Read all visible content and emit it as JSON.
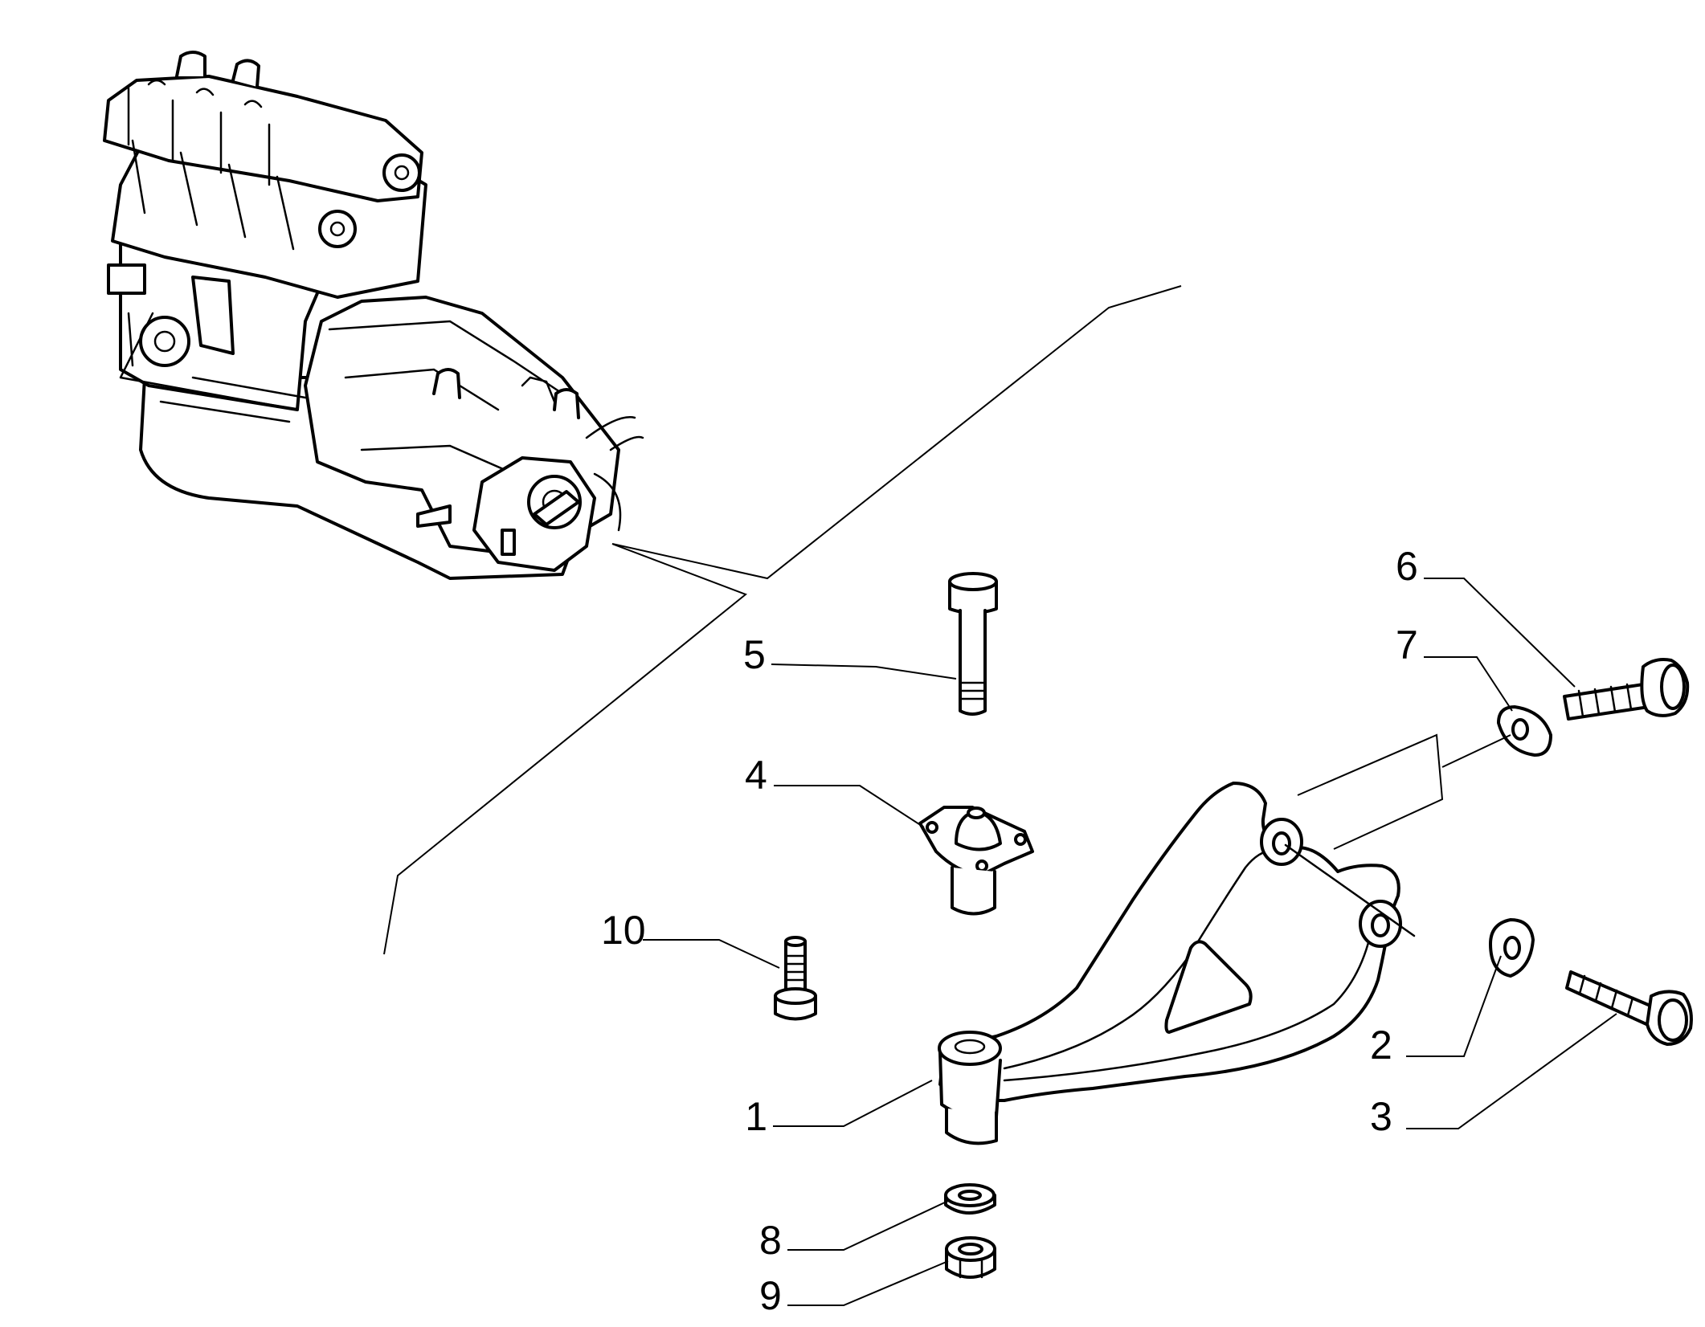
{
  "callouts": {
    "c1": "1",
    "c2": "2",
    "c3": "3",
    "c4": "4",
    "c5": "5",
    "c6": "6",
    "c7": "7",
    "c8": "8",
    "c9": "9",
    "c10": "10"
  },
  "colors": {
    "ink": "#000000",
    "paper": "#ffffff"
  },
  "icons": {
    "engine": "engine-gearbox-assembly-icon",
    "arm": "support-bracket-arm-icon",
    "mount": "rubber-mount-icon",
    "bolt": "bolt-icon",
    "washer": "washer-icon",
    "nut": "nut-icon"
  }
}
